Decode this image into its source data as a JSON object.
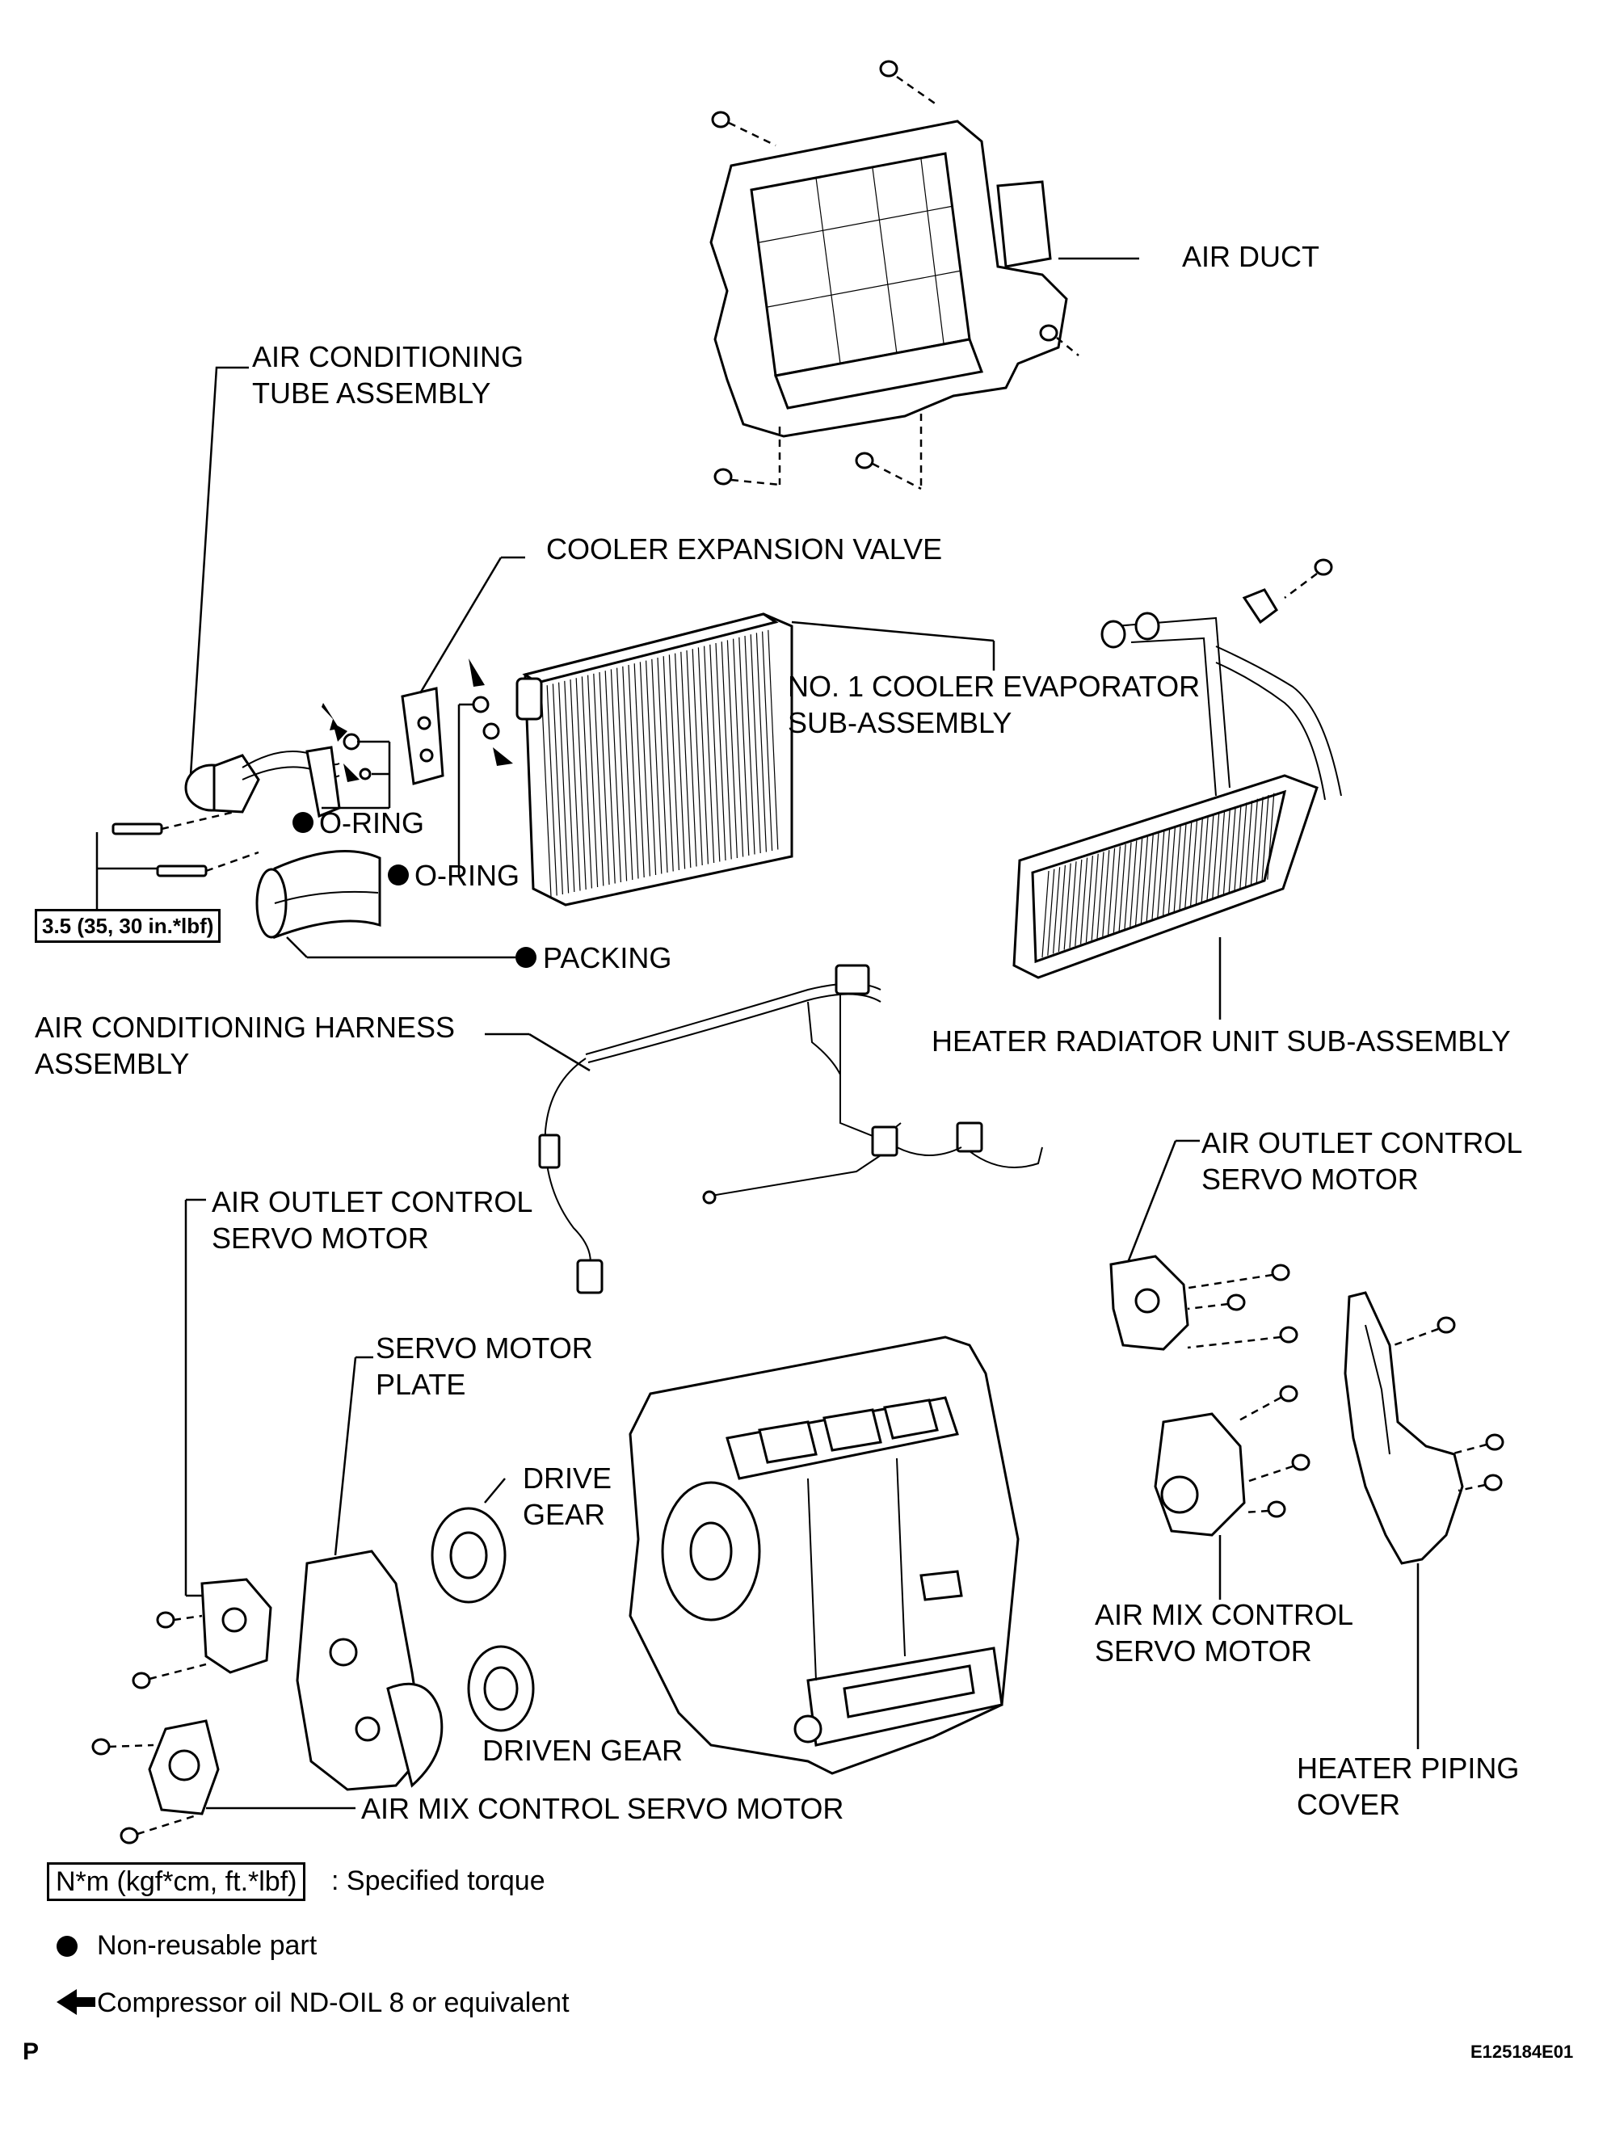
{
  "labels": {
    "air_duct": "AIR DUCT",
    "ac_tube_1": "AIR CONDITIONING",
    "ac_tube_2": "TUBE ASSEMBLY",
    "expansion_valve": "COOLER EXPANSION VALVE",
    "evaporator_1": "NO. 1 COOLER EVAPORATOR",
    "evaporator_2": "SUB-ASSEMBLY",
    "o_ring_a": "O-RING",
    "o_ring_b": "O-RING",
    "packing": "PACKING",
    "torque_value": "3.5 (35, 30 in.*lbf)",
    "harness_1": "AIR CONDITIONING HARNESS",
    "harness_2": "ASSEMBLY",
    "heater_radiator": "HEATER RADIATOR UNIT SUB-ASSEMBLY",
    "outlet_servo_right_1": "AIR OUTLET CONTROL",
    "outlet_servo_right_2": "SERVO MOTOR",
    "outlet_servo_left_1": "AIR OUTLET CONTROL",
    "outlet_servo_left_2": "SERVO MOTOR",
    "servo_plate_1": "SERVO MOTOR",
    "servo_plate_2": "PLATE",
    "drive_gear_1": "DRIVE",
    "drive_gear_2": "GEAR",
    "driven_gear": "DRIVEN GEAR",
    "air_mix_right_1": "AIR MIX CONTROL",
    "air_mix_right_2": "SERVO MOTOR",
    "air_mix_bottom": "AIR MIX CONTROL SERVO MOTOR",
    "heater_cover_1": "HEATER PIPING",
    "heater_cover_2": "COVER"
  },
  "legend": {
    "torque_unit": "N*m (kgf*cm, ft.*lbf)",
    "torque_text": ": Specified torque",
    "nonreusable_text": "Non-reusable part",
    "oil_text": "Compressor oil ND-OIL 8 or equivalent"
  },
  "footer": {
    "corner_letter": "P",
    "figure_code": "E125184E01"
  }
}
